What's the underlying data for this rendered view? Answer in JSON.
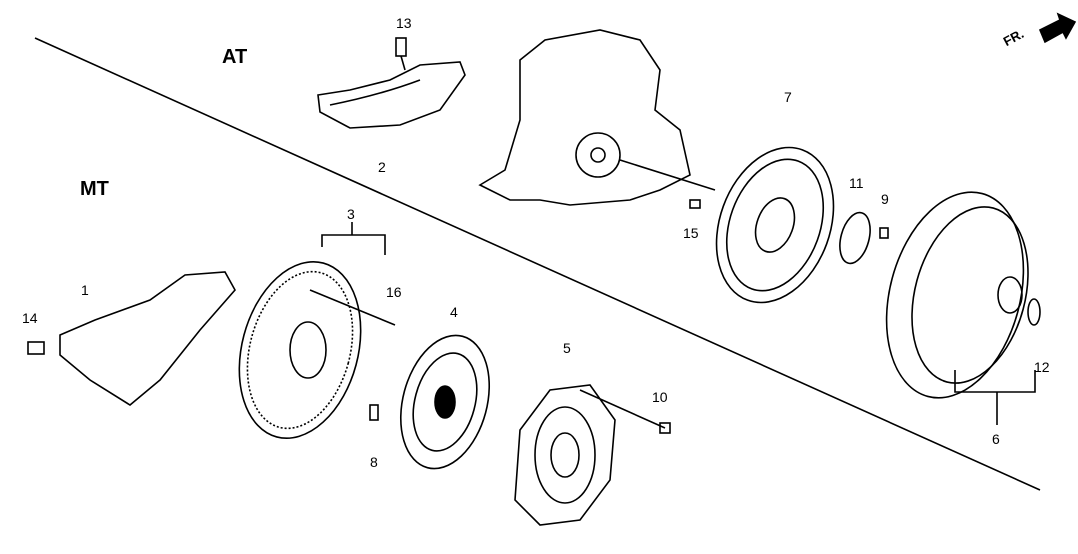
{
  "sections": {
    "at": "AT",
    "mt": "MT"
  },
  "front_indicator": "FR.",
  "callouts": {
    "c1": "1",
    "c2": "2",
    "c3": "3",
    "c4": "4",
    "c5": "5",
    "c6": "6",
    "c7": "7",
    "c8": "8",
    "c9": "9",
    "c10": "10",
    "c11": "11",
    "c12": "12",
    "c13": "13",
    "c14": "14",
    "c15": "15",
    "c16": "16"
  },
  "colors": {
    "ink": "#000000",
    "background": "#ffffff"
  }
}
